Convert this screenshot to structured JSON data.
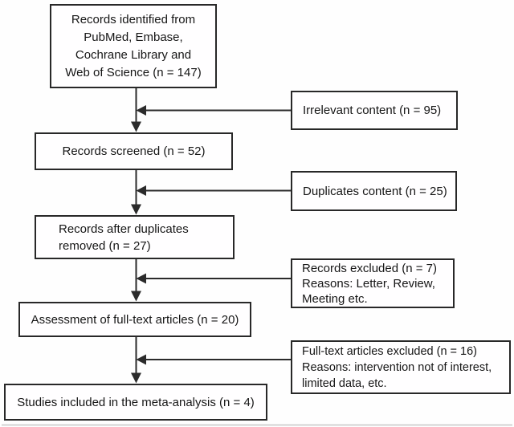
{
  "figure": {
    "type": "study-selection-flow-diagram",
    "line_color": "#2b2b2b",
    "main_boxes": [
      {
        "id": "identification",
        "label": "Records identified from\nPubMed, Embase,\nCochrane Library and\nWeb of Science (n = 147)"
      },
      {
        "id": "screened",
        "label": "Records screened (n = 52)"
      },
      {
        "id": "after_duplicates",
        "label": "Records after duplicates\nremoved (n = 27)"
      },
      {
        "id": "full_text",
        "label": "Assessment of full-text articles (n = 20)"
      },
      {
        "id": "included",
        "label": "Studies included in the meta-analysis (n = 4)"
      }
    ],
    "exclusion_boxes": [
      {
        "id": "irrelevant",
        "label": "Irrelevant content (n = 95)"
      },
      {
        "id": "duplicates",
        "label": "Duplicates content (n = 25)"
      },
      {
        "id": "records_excluded",
        "label": "Records excluded (n = 7)\nReasons: Letter, Review,\nMeeting etc."
      },
      {
        "id": "full_text_excluded",
        "label": "Full-text articles excluded (n = 16)\nReasons: intervention not of interest,\nlimited data, etc."
      }
    ],
    "edges": [
      {
        "from": "identification",
        "to": "screened"
      },
      {
        "from": "screened",
        "to": "after_duplicates"
      },
      {
        "from": "after_duplicates",
        "to": "full_text"
      },
      {
        "from": "full_text",
        "to": "included"
      },
      {
        "from": "irrelevant",
        "joins_before": "screened"
      },
      {
        "from": "duplicates",
        "joins_before": "after_duplicates"
      },
      {
        "from": "records_excluded",
        "joins_before": "full_text"
      },
      {
        "from": "full_text_excluded",
        "joins_before": "included"
      }
    ]
  }
}
